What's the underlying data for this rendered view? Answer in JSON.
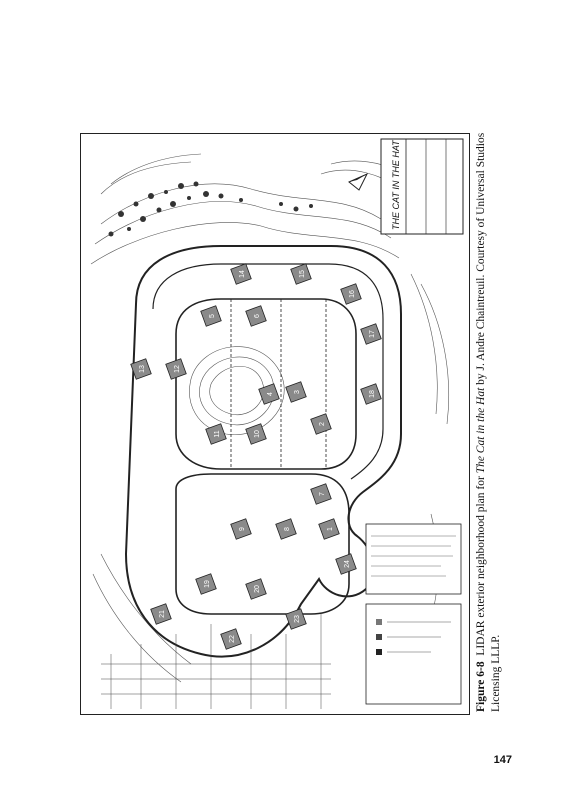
{
  "figure": {
    "caption_lead": "Figure 6-8",
    "caption_text_before": "LIDAR exterior neighborhood plan for ",
    "caption_title": "The Cat in the Hat",
    "caption_text_after": " by J. Andre Chaintreuil. Courtesy of Universal Studios",
    "caption_line2": "Licensing LLLP.",
    "title_block_text": "THE CAT IN THE HAT",
    "lot_labels": [
      "1",
      "2",
      "3",
      "4",
      "5",
      "6",
      "7",
      "8",
      "9",
      "10",
      "11",
      "12",
      "13",
      "14",
      "15",
      "16",
      "17",
      "18",
      "19",
      "20",
      "21",
      "22",
      "23",
      "24"
    ]
  },
  "page": {
    "number": "147"
  }
}
